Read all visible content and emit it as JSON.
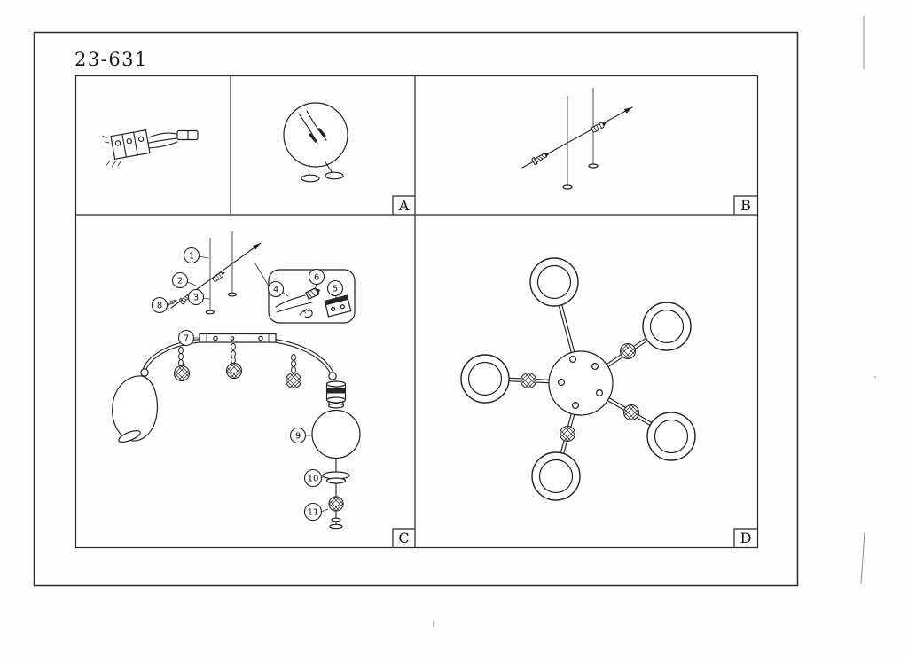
{
  "sheet": {
    "model_number": "23-631",
    "panels": {
      "a": "A",
      "b": "B",
      "c": "C",
      "d": "D"
    },
    "callouts": {
      "n1": "1",
      "n2": "2",
      "n3": "3",
      "n4": "4",
      "n5": "5",
      "n6": "6",
      "n7": "7",
      "n8": "8",
      "n9": "9",
      "n10": "10",
      "n11": "11"
    }
  }
}
